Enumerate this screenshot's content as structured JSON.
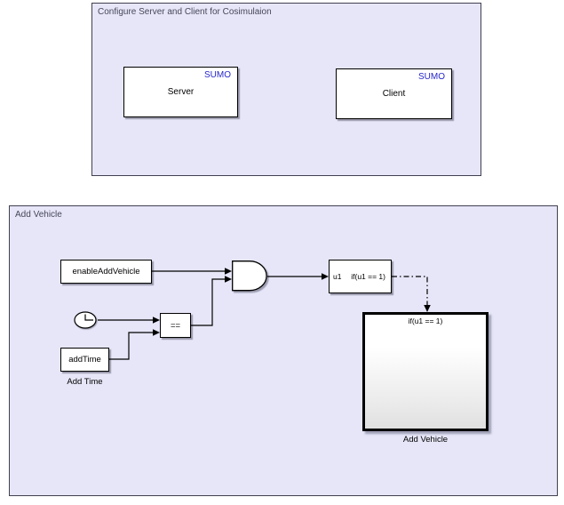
{
  "palette": {
    "background": "#ffffff",
    "area_fill": "#e6e6f8",
    "area_border": "#404050",
    "badge_blue": "#2626cc",
    "block_fill": "#ffffff",
    "block_border": "#000000"
  },
  "areas": {
    "cosim": {
      "title": "Configure Server and Client for Cosimulaion"
    },
    "add_vehicle": {
      "title": "Add Vehicle"
    }
  },
  "blocks": {
    "server": {
      "label": "Server",
      "badge": "SUMO"
    },
    "client": {
      "label": "Client",
      "badge": "SUMO"
    },
    "enable_add_vehicle": {
      "label": "enableAddVehicle"
    },
    "clock": {
      "icon": "clock-icon"
    },
    "equals": {
      "label": "=="
    },
    "add_time": {
      "label": "addTime",
      "caption": "Add Time"
    },
    "and_gate": {
      "icon": "and-gate-icon"
    },
    "if_block": {
      "port_label": "u1",
      "condition": "if(u1 == 1)"
    },
    "subsystem": {
      "header": "if(u1 == 1)",
      "caption": "Add Vehicle"
    }
  }
}
